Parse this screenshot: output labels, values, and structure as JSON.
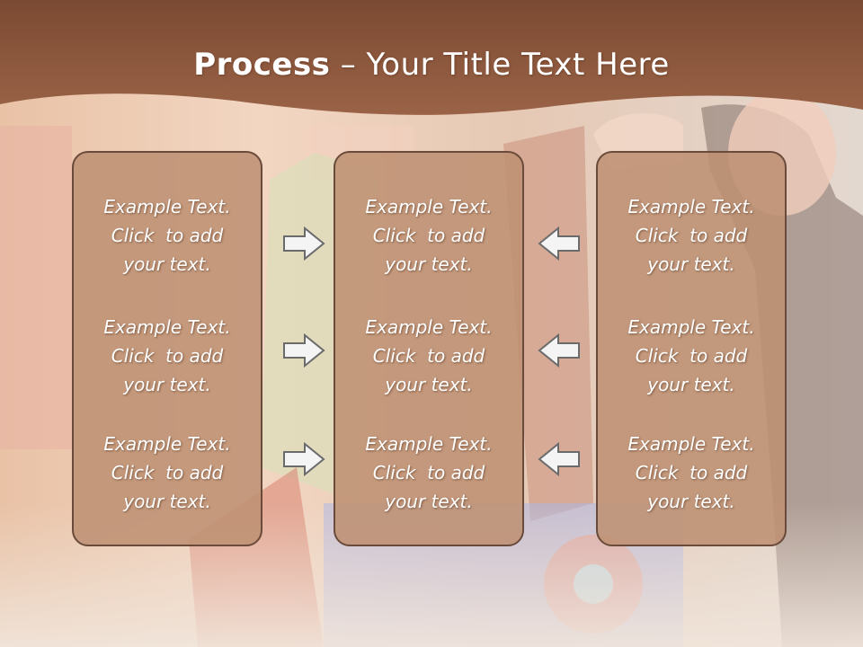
{
  "slide": {
    "title_bold": "Process",
    "title_rest": " – Your Title Text Here"
  },
  "panels": [
    {
      "blocks": [
        {
          "line1": "Example Text.",
          "line2": "Click  to add",
          "line3": "your text."
        },
        {
          "line1": "Example Text.",
          "line2": "Click  to add",
          "line3": "your text."
        },
        {
          "line1": "Example Text.",
          "line2": "Click  to add",
          "line3": "your text."
        }
      ]
    },
    {
      "blocks": [
        {
          "line1": "Example Text.",
          "line2": "Click  to add",
          "line3": "your text."
        },
        {
          "line1": "Example Text.",
          "line2": "Click  to add",
          "line3": "your text."
        },
        {
          "line1": "Example Text.",
          "line2": "Click  to add",
          "line3": "your text."
        }
      ]
    },
    {
      "blocks": [
        {
          "line1": "Example Text.",
          "line2": "Click  to add",
          "line3": "your text."
        },
        {
          "line1": "Example Text.",
          "line2": "Click  to add",
          "line3": "your text."
        },
        {
          "line1": "Example Text.",
          "line2": "Click  to add",
          "line3": "your text."
        }
      ]
    }
  ],
  "colors": {
    "header": "#8f5a3e",
    "panel_fill": "#be9173",
    "panel_border": "#6a4a3a",
    "arrow_fill": "#f4f4f4",
    "arrow_stroke": "#6b6b6b"
  },
  "icons": {
    "left_arrows": "arrow-right-icon",
    "right_arrows": "arrow-left-icon"
  }
}
